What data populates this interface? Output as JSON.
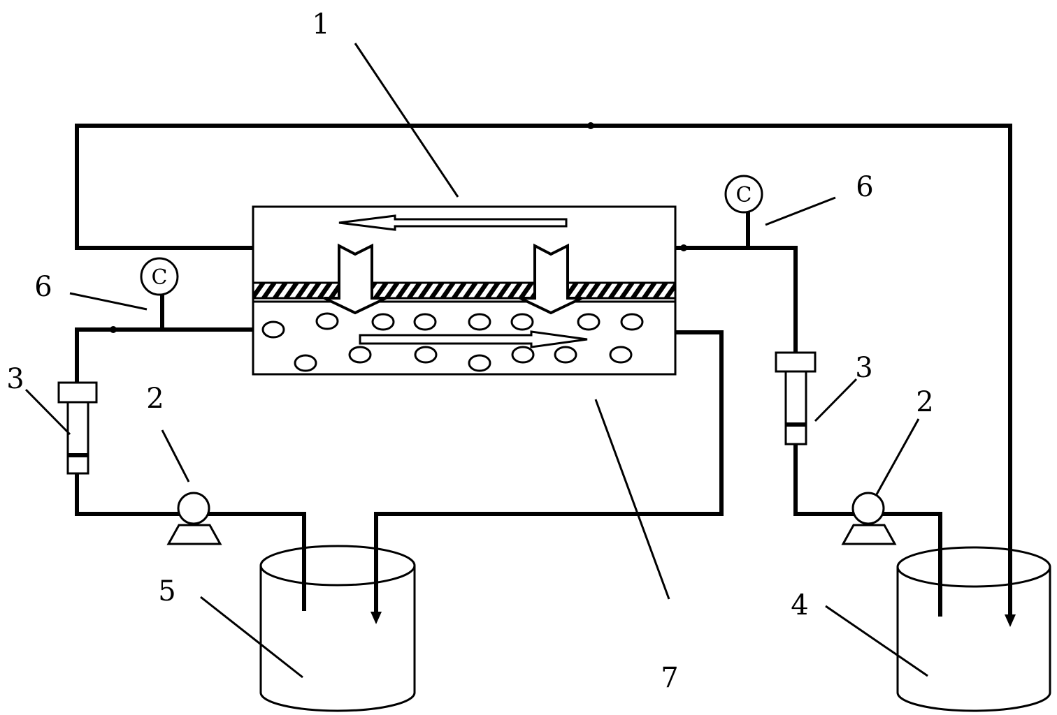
{
  "labels": {
    "module": "1",
    "pump_left": "2",
    "pump_right": "2",
    "flowmeter_left": "3",
    "flowmeter_right": "3",
    "tank_right": "4",
    "tank_left": "5",
    "gauge_left": "6",
    "gauge_right": "6",
    "bottom_channel": "7"
  },
  "gauge_symbol": "C",
  "colors": {
    "line": "#000000",
    "background": "#ffffff"
  },
  "icons": [
    "pressure-gauge-icon",
    "pump-icon",
    "flowmeter-icon",
    "tank-icon",
    "flow-arrow-icon",
    "membrane-hatch"
  ]
}
